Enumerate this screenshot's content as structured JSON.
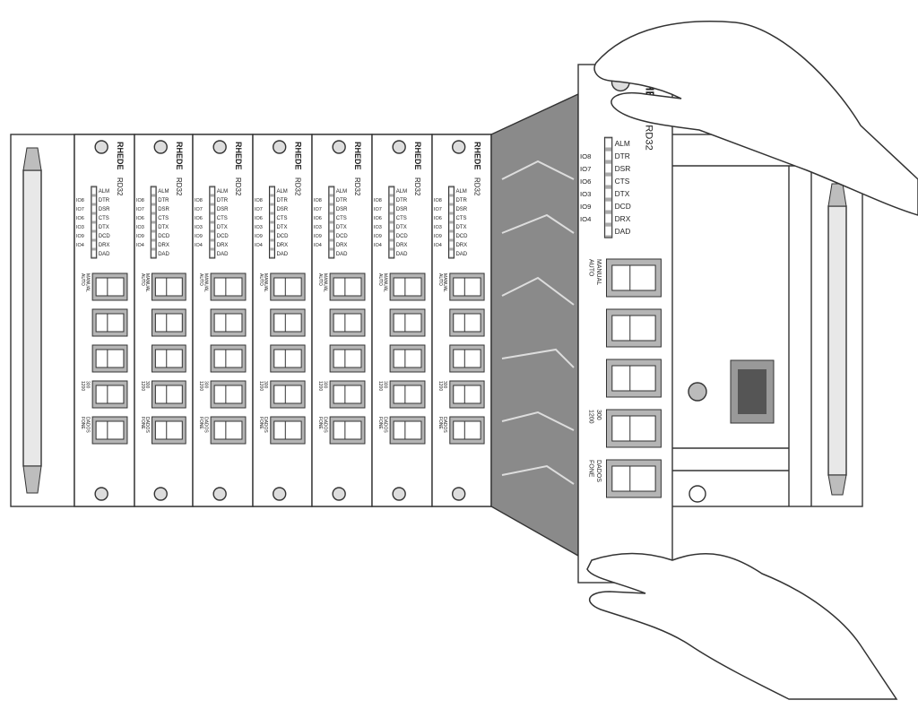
{
  "card": {
    "brand": "RHEDE",
    "model": "RD32",
    "leds": [
      "ALM",
      "DTR",
      "DSR",
      "CTS",
      "DTX",
      "DCD",
      "DRX",
      "DAD"
    ],
    "pins": [
      "IO8",
      "IO7",
      "IO6",
      "IO3",
      "IO9",
      "IO4"
    ],
    "switches": [
      {
        "top": "MANUAL",
        "bottom": "AUTO"
      },
      {
        "top": "",
        "bottom": ""
      },
      {
        "top": "",
        "bottom": ""
      },
      {
        "top": "300",
        "bottom": "1200"
      },
      {
        "top": "DADOS",
        "bottom": "FONE"
      }
    ]
  },
  "rack": {
    "installed_cards": 7
  },
  "colors": {
    "line": "#333333",
    "pcb": "#8a8a8a",
    "switch": "#b5b5b5",
    "handle": "#bdbdbd"
  }
}
